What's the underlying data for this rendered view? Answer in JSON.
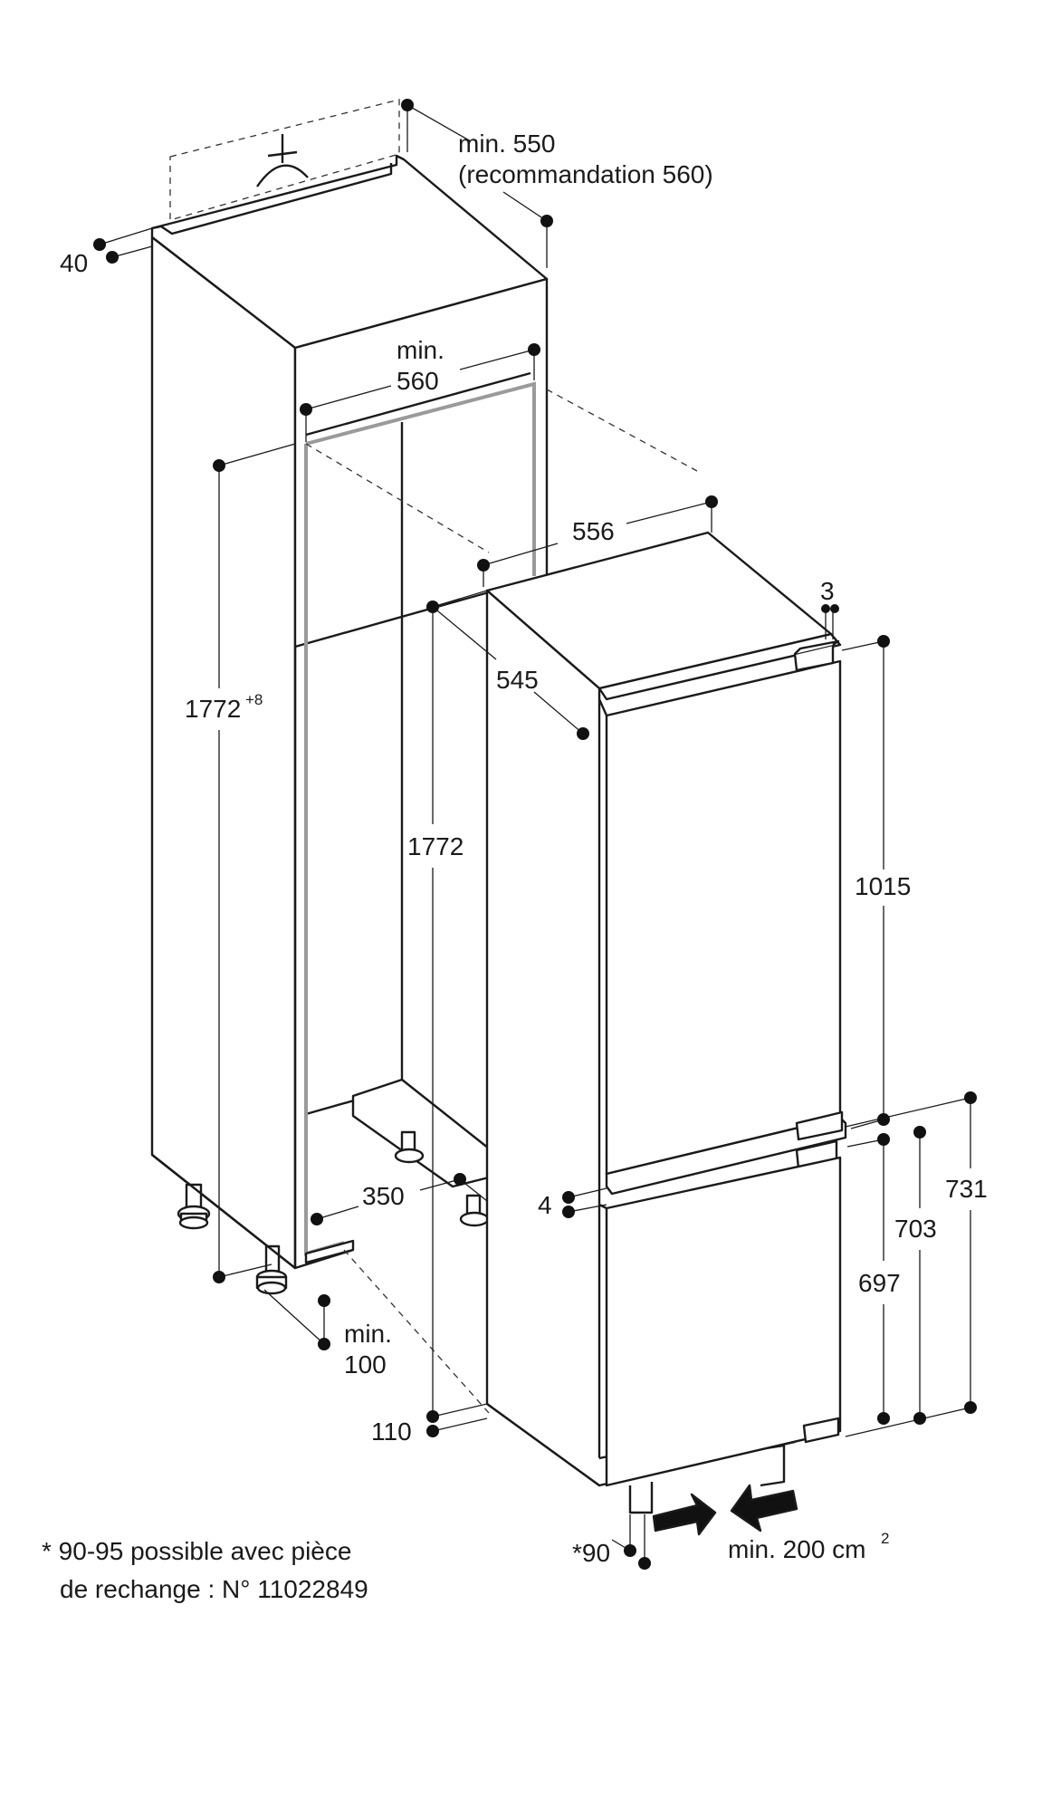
{
  "diagram": {
    "labels": {
      "min_550": "min. 550",
      "recommandation_560": "(recommandation 560)",
      "d40": "40",
      "min_560_a": "min.",
      "min_560_b": "560",
      "d556": "556",
      "d3": "3",
      "d545": "545",
      "d1772_plus": "1772",
      "d1772_plus_sup": "+8",
      "d1772": "1772",
      "d1015": "1015",
      "d731": "731",
      "d703": "703",
      "d697": "697",
      "d350": "350",
      "d4": "4",
      "min_100_a": "min.",
      "min_100_b": "100",
      "d110": "110",
      "d90": "*90",
      "vent_text": "min. 200 cm",
      "vent_sup": "2"
    },
    "footnote": {
      "line1": "* 90-95 possible avec pièce",
      "line2": "de rechange : N° 11022849"
    }
  }
}
